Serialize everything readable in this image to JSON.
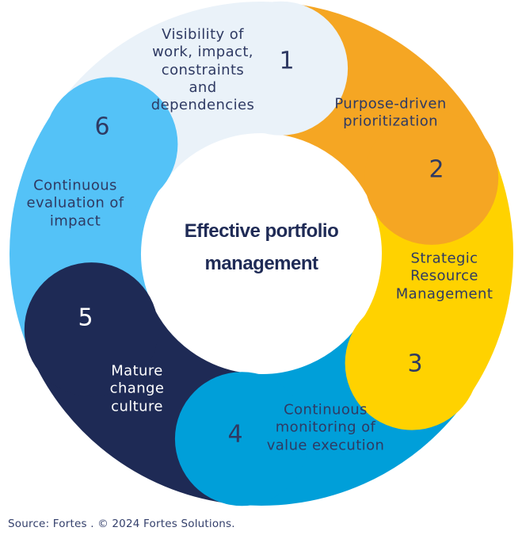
{
  "center": {
    "title": "Effective portfolio\nmanagement"
  },
  "segments": [
    {
      "number": "1",
      "label": "Visibility of\nwork, impact,\nconstraints\nand\ndependencies",
      "color": "#EAF2F9",
      "text_color": "#2F3A63"
    },
    {
      "number": "2",
      "label": "Purpose-driven\nprioritization",
      "color": "#F5A623",
      "text_color": "#2F3A63"
    },
    {
      "number": "3",
      "label": "Strategic\nResource\nManagement",
      "color": "#FFD200",
      "text_color": "#2F3A63"
    },
    {
      "number": "4",
      "label": "Continuous\nmonitoring of\nvalue execution",
      "color": "#009FD9",
      "text_color": "#2F3A63"
    },
    {
      "number": "5",
      "label": "Mature\nchange\nculture",
      "color": "#1E2A55",
      "text_color": "#FFFFFF"
    },
    {
      "number": "6",
      "label": "Continuous\nevaluation of\nimpact",
      "color": "#54C2F7",
      "text_color": "#2F3A63"
    }
  ],
  "colors": {
    "title": "#1F2B56",
    "caption": "#333F6B",
    "background": "#FFFFFF"
  },
  "source": "Source: Fortes . © 2024 Fortes Solutions."
}
